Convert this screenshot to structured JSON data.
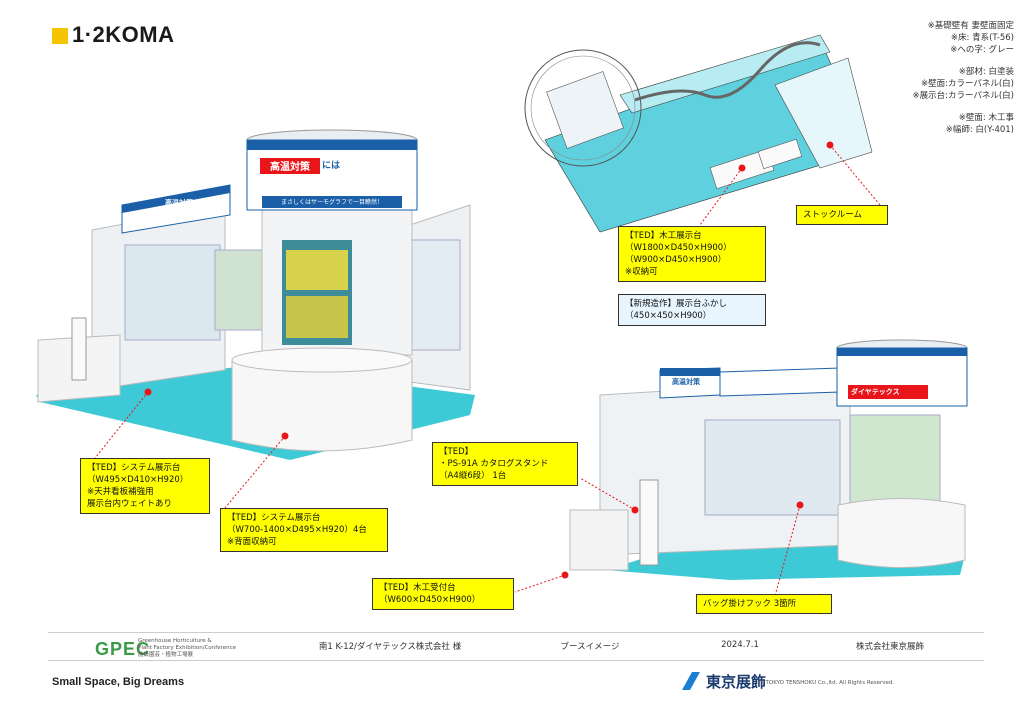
{
  "brand": {
    "logo_text": "1·2KOMA",
    "tagline": "Small Space, Big Dreams"
  },
  "notes": {
    "lines_a": [
      "※基礎壁有 妻壁面固定",
      "※床: 青系(T-56)",
      "※への字: グレー"
    ],
    "lines_b": [
      "※部材: 白塗装",
      "※壁面:カラーパネル(白)",
      "※展示台:カラーパネル(白)"
    ],
    "lines_c": [
      "※壁面: 木工事",
      "※幅師: 白(Y-401)"
    ]
  },
  "booth_signs": {
    "header_red": "高温対策",
    "header_suffix": "には",
    "header_sub": "まさしくはサーモグラフで一目瞭然！",
    "left_panel": "高温対策",
    "right_panel": "ダイヤテックス"
  },
  "callouts": {
    "system_display": [
      "【TED】システム展示台",
      "（W495×D410×H920）",
      "※天井看板補強用",
      "展示台内ウェイトあり"
    ],
    "system_round": [
      "【TED】システム展示台",
      "（W700-1400×D495×H920）4台",
      "※背面収納可"
    ],
    "wood_display": [
      "【TED】木工展示台",
      "（W1800×D450×H900）",
      "（W900×D450×H900）",
      "※収納可"
    ],
    "new_display": [
      "【新規造作】展示台ふかし",
      "（450×450×H900）"
    ],
    "stock_room": [
      "ストックルーム"
    ],
    "catalog_stand": [
      "【TED】",
      "・PS-91A カタログスタンド",
      "（A4縦6段） 1台"
    ],
    "reception": [
      "【TED】木工受付台",
      "（W600×D450×H900）"
    ],
    "bag_hook": [
      "バッグ掛けフック 3箇所"
    ]
  },
  "footer": {
    "org_logo": "GPEC",
    "org_sub": [
      "Greenhouse Horticulture &",
      "Plant Factory Exhibition/Conference",
      "施設園芸・植物工場展"
    ],
    "booth": "南1 K-12/ダイヤテックス株式会社 様",
    "type": "ブースイメージ",
    "date": "2024.7.1",
    "company": "株式会社東京展飾",
    "ts_name": "東京展飾",
    "copyright": "©TOKYO TENSHOKU Co.,ltd. All Rights Reserved."
  },
  "colors": {
    "logo_yellow": "#f5c400",
    "callout_yellow": "#ffff00",
    "floor_teal": "#3ec9d6",
    "sign_blue": "#1a5fa8",
    "accent_red": "#e8161b"
  }
}
